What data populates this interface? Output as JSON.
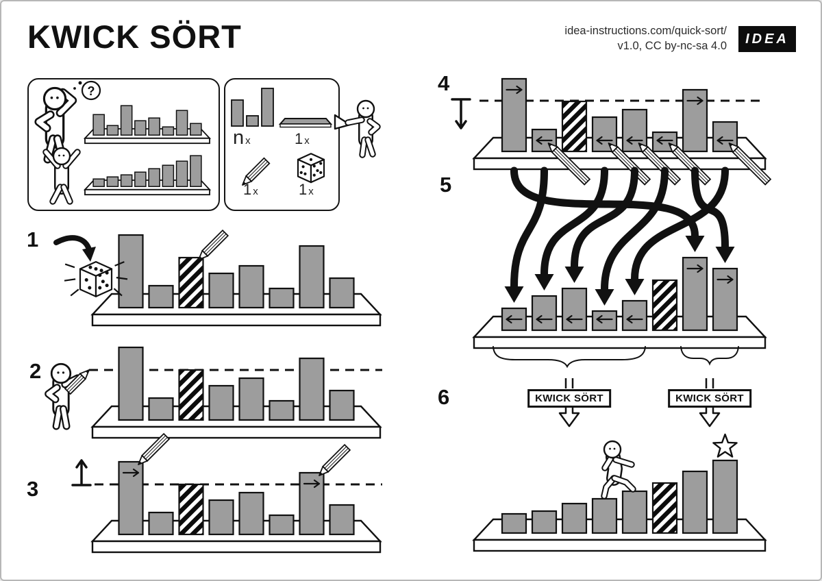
{
  "header": {
    "title": "KWICK SÖRT",
    "url": "idea-instructions.com/quick-sort/",
    "license": "v1.0, CC by-nc-sa 4.0",
    "logo": "IDEA"
  },
  "intro": {
    "question_mark": "?"
  },
  "parts": {
    "n_qty": "n",
    "one_qty": "1",
    "x_suffix": "x"
  },
  "steps": [
    {
      "number": "1"
    },
    {
      "number": "2"
    },
    {
      "number": "3"
    },
    {
      "number": "4"
    },
    {
      "number": "5"
    },
    {
      "number": "6"
    }
  ],
  "recursion": {
    "label": "KWICK SÖRT"
  },
  "colors": {
    "bar": "#9d9d9d",
    "ink": "#111111"
  },
  "scenes": {
    "intro_unsorted": {
      "heights": [
        30,
        14,
        43,
        21,
        25,
        12,
        36,
        17
      ]
    },
    "intro_sorted": {
      "heights": [
        11,
        14,
        17,
        21,
        26,
        31,
        37,
        45
      ]
    },
    "parts_bars": {
      "heights": [
        38,
        15,
        55
      ]
    },
    "main": {
      "heights": [
        106,
        32,
        73,
        50,
        61,
        28,
        90,
        43
      ],
      "pivot_index": 2
    },
    "step3_marks": {
      "0": "right",
      "6": "right"
    },
    "step4_marks": {
      "0": "right",
      "1": "left",
      "3": "left",
      "4": "left",
      "5": "left",
      "6": "right",
      "7": "left"
    },
    "partitioned": {
      "heights": [
        32,
        50,
        61,
        28,
        43,
        73,
        106,
        90
      ],
      "pivot_index": 5,
      "marks": {
        "0": "left",
        "1": "left",
        "2": "left",
        "3": "left",
        "4": "left",
        "6": "right",
        "7": "right"
      }
    },
    "moves": [
      [
        0,
        6
      ],
      [
        1,
        0
      ],
      [
        3,
        1
      ],
      [
        4,
        2
      ],
      [
        5,
        3
      ],
      [
        6,
        7
      ],
      [
        7,
        4
      ]
    ],
    "sorted": {
      "heights": [
        28,
        32,
        43,
        50,
        61,
        73,
        90,
        106
      ],
      "pivot_index": 5
    }
  }
}
